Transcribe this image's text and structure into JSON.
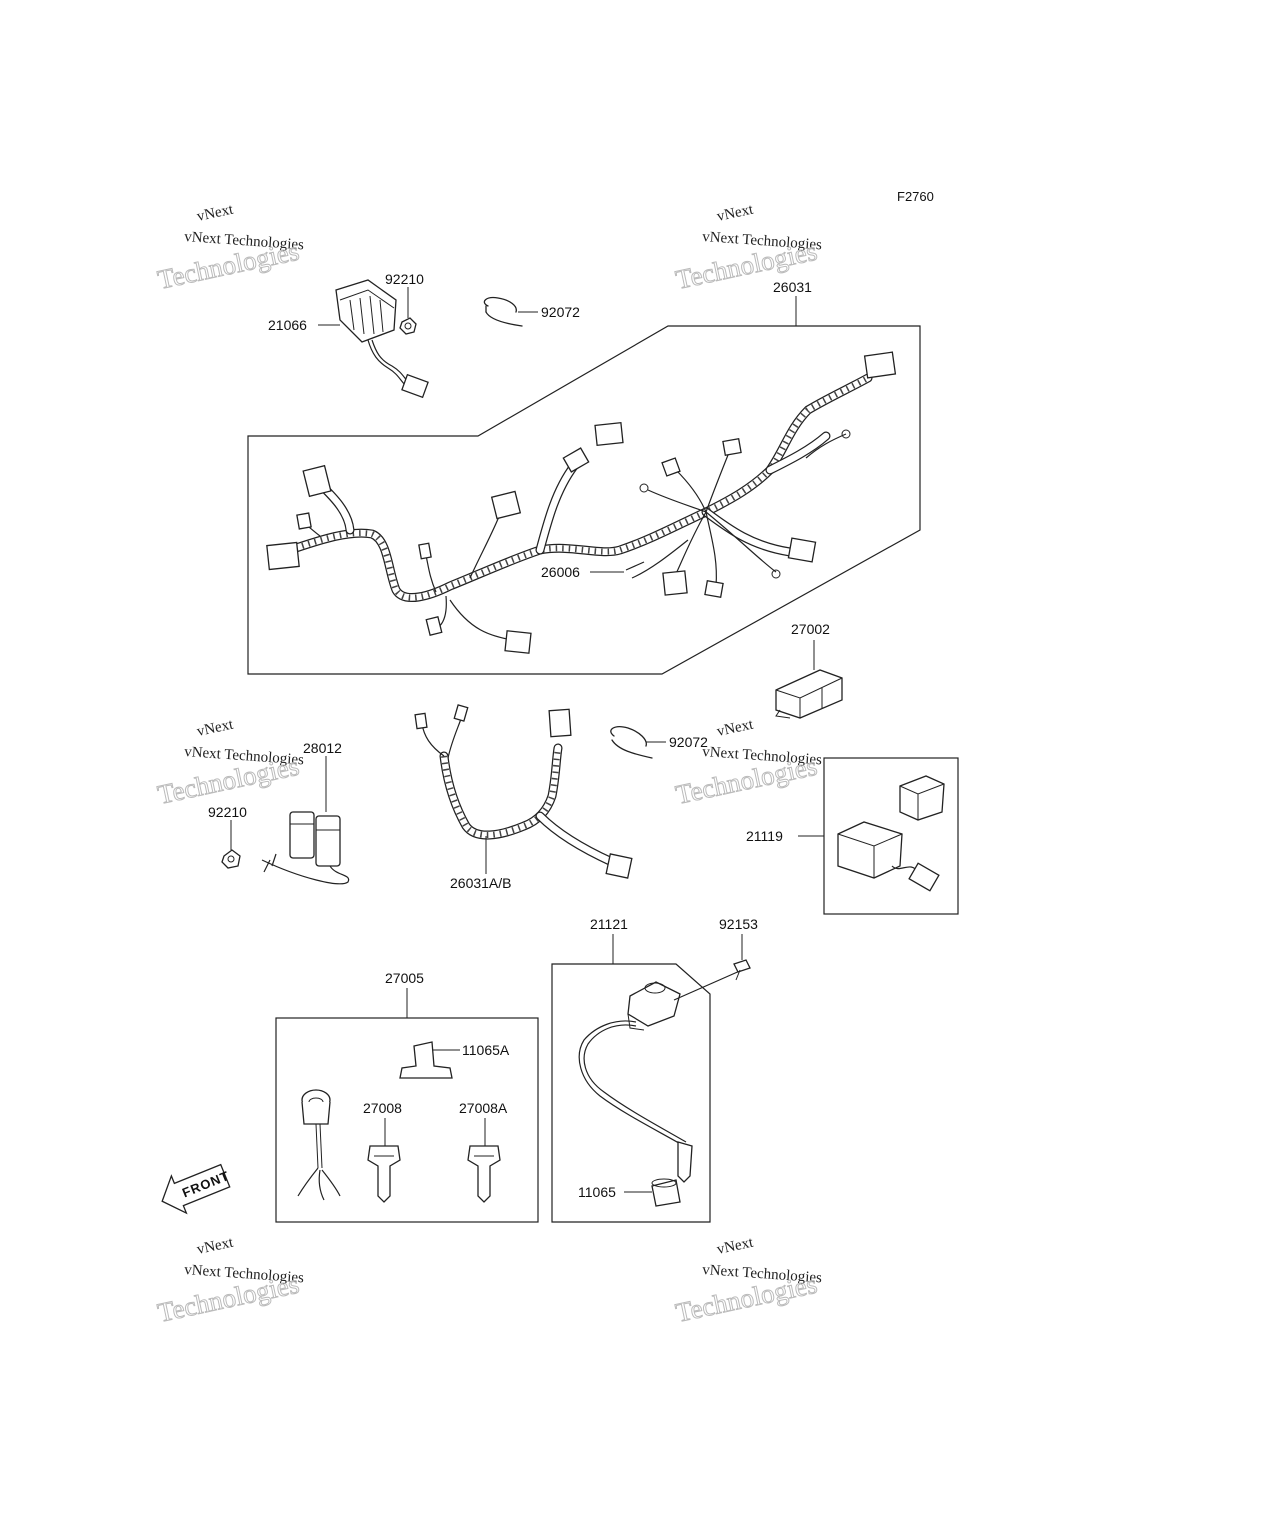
{
  "figure_code": "F2760",
  "watermark": {
    "line1": "vNext",
    "line2": "vNext Technologies",
    "line3": "Technologies"
  },
  "front_marker": "FRONT",
  "parts": {
    "p92210_top": "92210",
    "p21066": "21066",
    "p92072_top": "92072",
    "p26031": "26031",
    "p26006": "26006",
    "p27002": "27002",
    "p28012": "28012",
    "p92210_mid": "92210",
    "p26031AB": "26031A/B",
    "p92072_mid": "92072",
    "p21119": "21119",
    "p21121": "21121",
    "p92153": "92153",
    "p27005": "27005",
    "p11065A": "11065A",
    "p27008": "27008",
    "p27008A": "27008A",
    "p11065": "11065"
  }
}
